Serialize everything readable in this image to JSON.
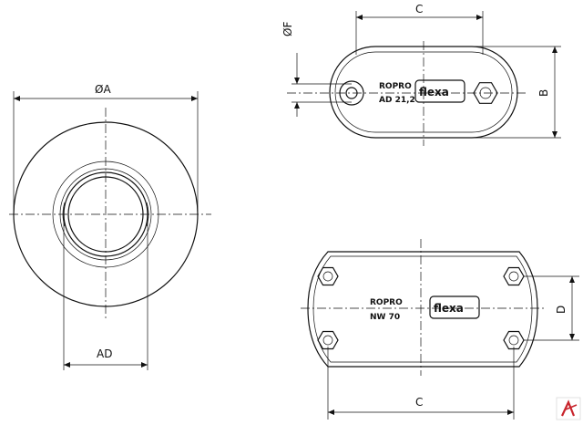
{
  "dimensions": {
    "outer_diameter": "ØA",
    "inner_diameter": "AD",
    "hole_diameter": "ØF",
    "length_top": "C",
    "height_top": "B",
    "length_bottom": "C",
    "height_bottom": "D"
  },
  "top_view": {
    "brand": "flexa",
    "model": "ROPRO",
    "size": "AD 21,2"
  },
  "bottom_view": {
    "brand": "flexa",
    "model": "ROPRO",
    "size": "NW 70"
  },
  "colors": {
    "line": "#111111",
    "corner_mark": "#c8242c"
  }
}
